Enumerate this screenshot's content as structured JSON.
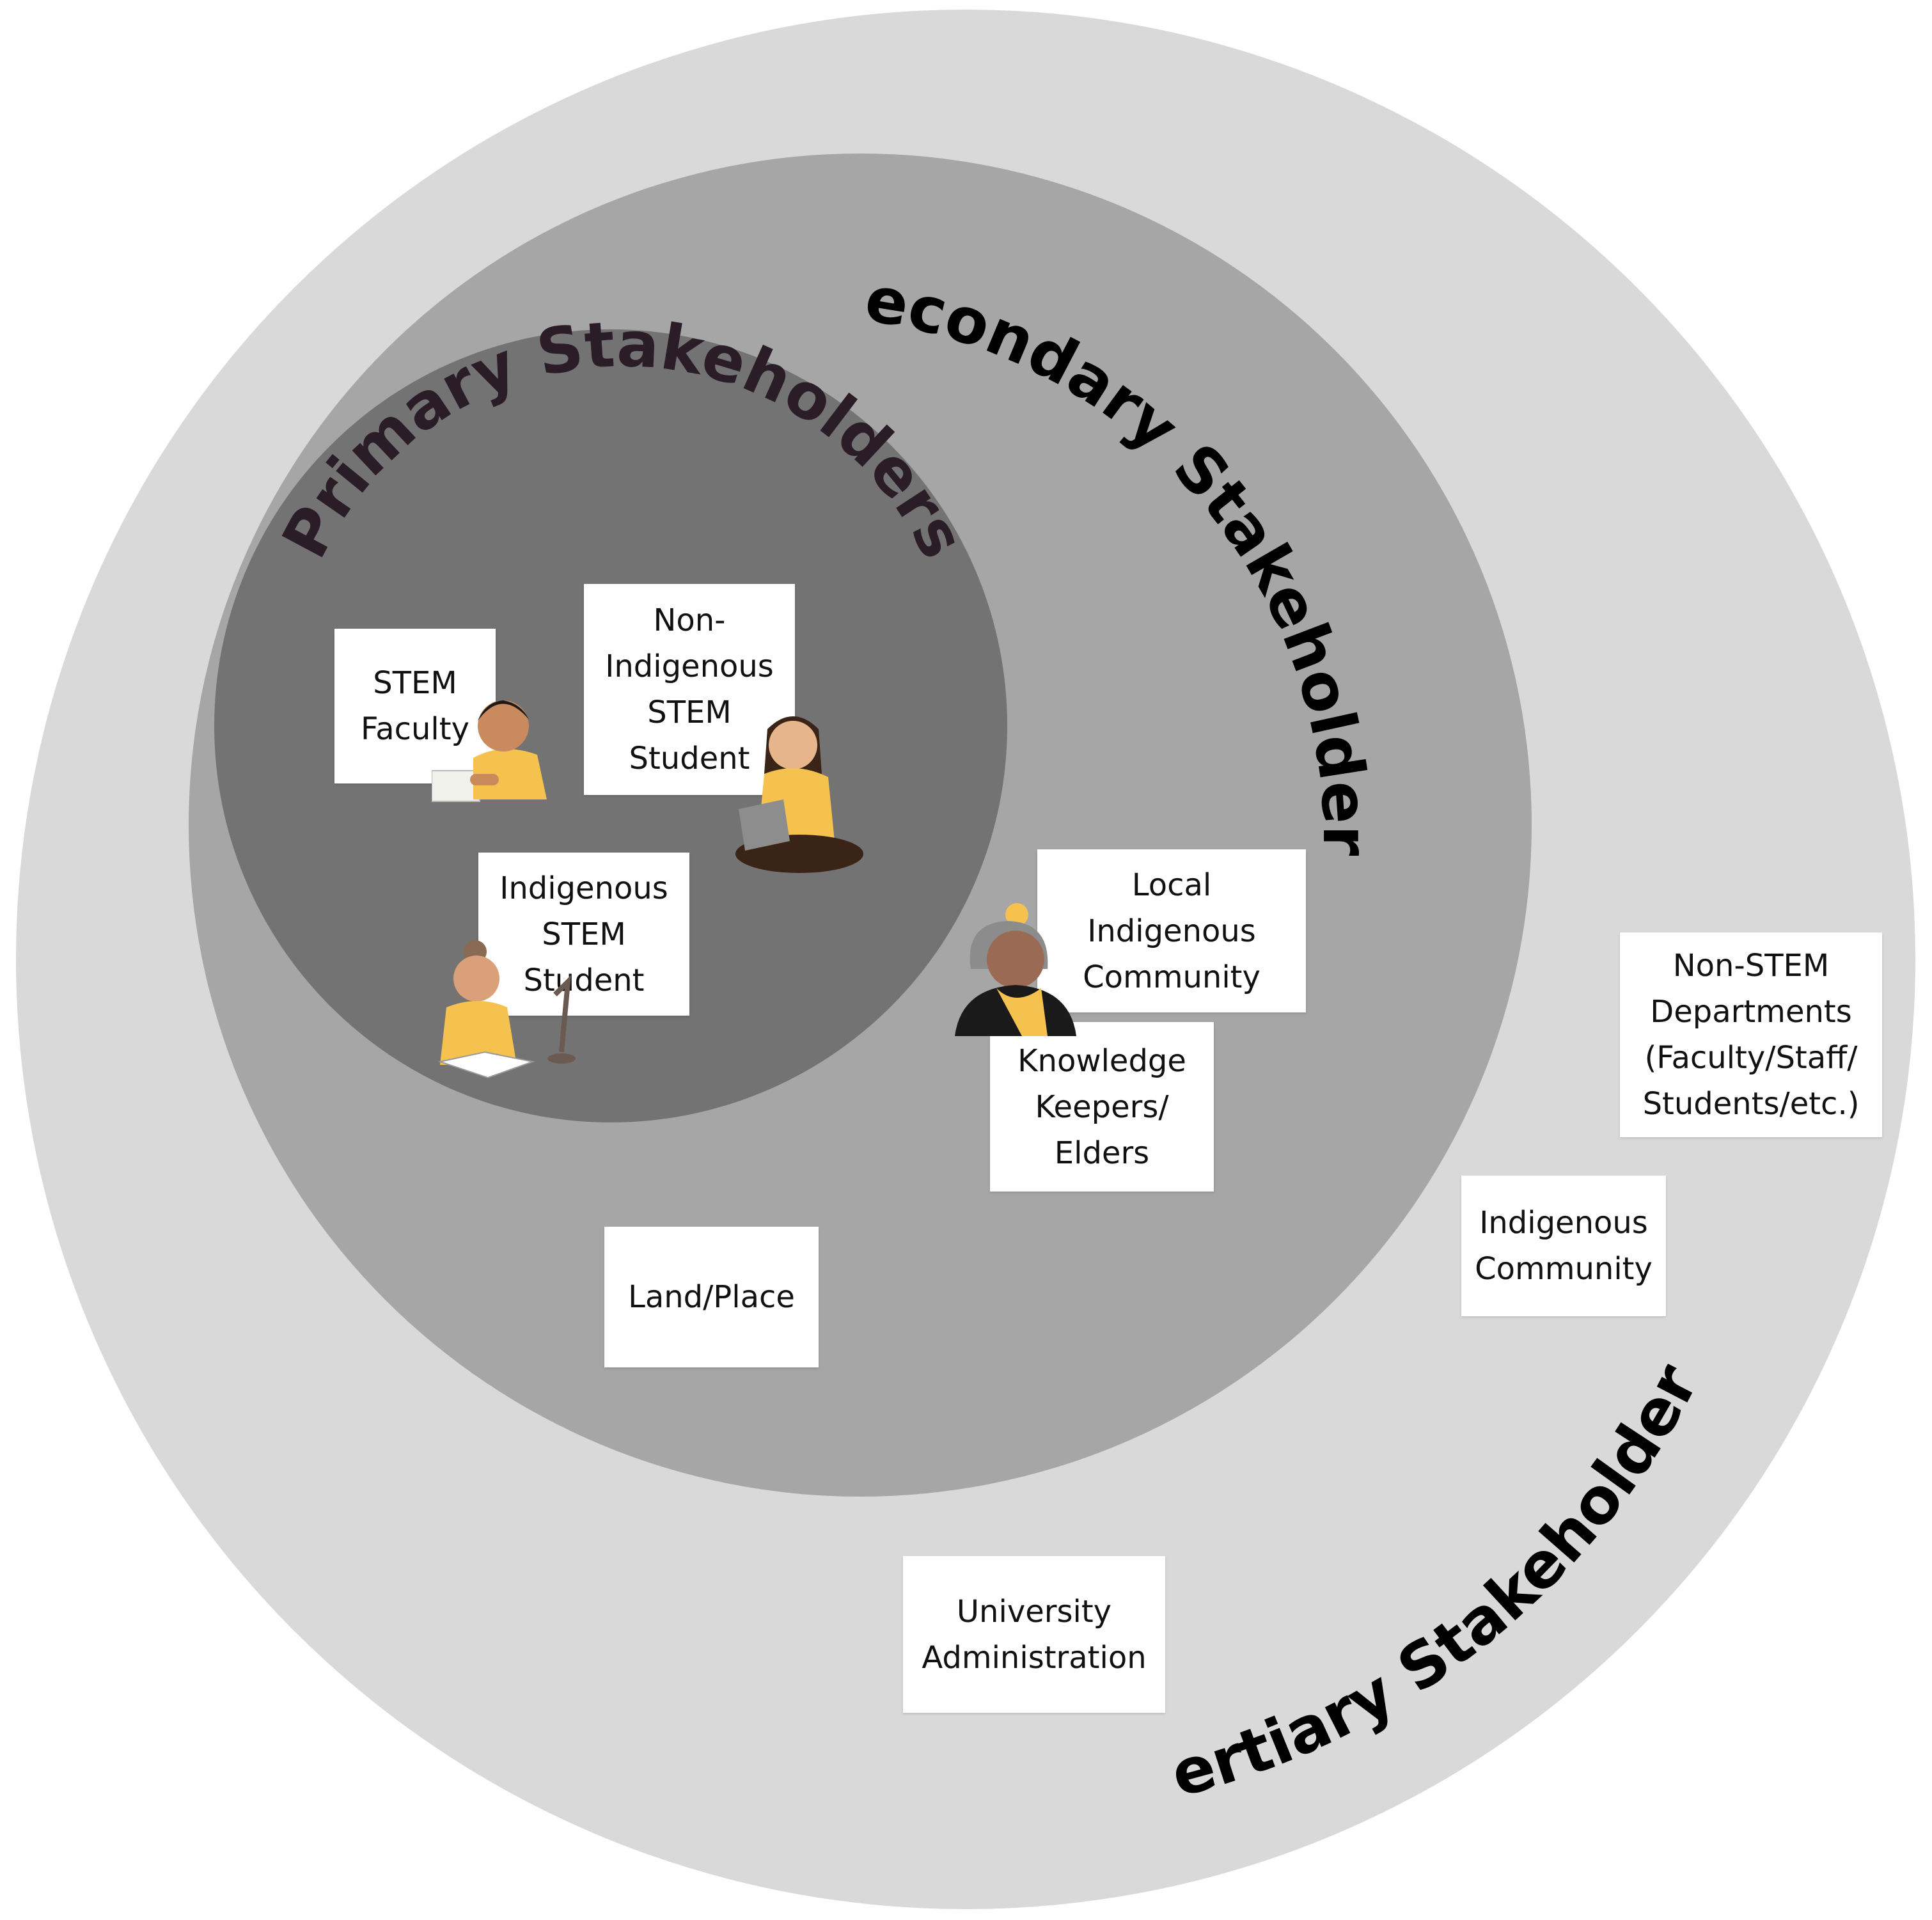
{
  "diagram": {
    "rings": {
      "tertiary": {
        "label": "Tertiary Stakeholders",
        "fill": "#d9d9d9"
      },
      "secondary": {
        "label": "Secondary Stakeholders",
        "fill": "#a6a6a6"
      },
      "primary": {
        "label": "Primary Stakeholders",
        "fill": "#737373",
        "label_color": "#2b1d27"
      }
    },
    "cards": {
      "stem_faculty": [
        "STEM",
        "Faculty"
      ],
      "non_indigenous_student": [
        "Non-",
        "Indigenous",
        "STEM",
        "Student"
      ],
      "indigenous_student": [
        "Indigenous",
        "STEM",
        "Student"
      ],
      "local_indigenous_community": [
        "Local",
        "Indigenous",
        "Community"
      ],
      "knowledge_keepers": [
        "Knowledge",
        "Keepers/",
        "Elders"
      ],
      "land_place": [
        "Land/Place"
      ],
      "non_stem_departments": [
        "Non-STEM",
        "Departments",
        "(Faculty/Staff/",
        "Students/etc.)"
      ],
      "indigenous_community": [
        "Indigenous",
        "Community"
      ],
      "university_administration": [
        "University",
        "Administration"
      ]
    },
    "colors": {
      "figure_shirt": "#f5c24f",
      "figure_skin": "#c98a5e",
      "figure_hair": "#3a2418",
      "elder_jacket": "#1a1a1a"
    }
  }
}
